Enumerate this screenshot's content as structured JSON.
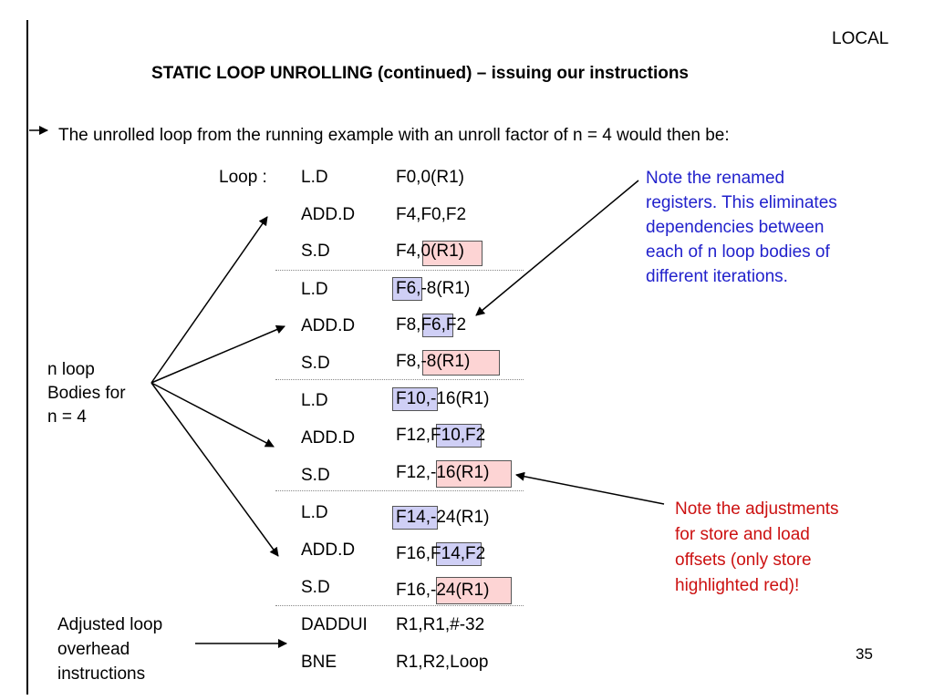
{
  "corner_label": "LOCAL",
  "title": "STATIC LOOP UNROLLING (continued) – issuing our instructions",
  "intro": "The unrolled loop from the running example with an unroll factor of n = 4 would then be:",
  "loop_label": "Loop :",
  "rows": [
    {
      "op": "L.D",
      "arg": "F0,0(R1)"
    },
    {
      "op": "ADD.D",
      "arg": "F4,F0,F2"
    },
    {
      "op": "S.D",
      "arg": "F4,0(R1)"
    },
    {
      "op": "L.D",
      "arg": "F6,-8(R1)"
    },
    {
      "op": "ADD.D",
      "arg": "F8,F6,F2"
    },
    {
      "op": "S.D",
      "arg": "F8,-8(R1)"
    },
    {
      "op": "L.D",
      "arg": "F10,-16(R1)"
    },
    {
      "op": "ADD.D",
      "arg": "F12,F10,F2"
    },
    {
      "op": "S.D",
      "arg": "F12,-16(R1)"
    },
    {
      "op": "L.D",
      "arg": "F14,-24(R1)"
    },
    {
      "op": "ADD.D",
      "arg": "F16,F14,F2"
    },
    {
      "op": "S.D",
      "arg": "F16,-24(R1)"
    },
    {
      "op": "DADDUI",
      "arg": "R1,R1,#-32"
    },
    {
      "op": "BNE",
      "arg": "R1,R2,Loop"
    }
  ],
  "note_renamed": [
    "Note the renamed",
    "registers. This eliminates",
    "dependencies between",
    "each of n loop bodies of",
    "different iterations."
  ],
  "note_adjust": [
    "Note the adjustments",
    "for store and load",
    "offsets (only store",
    "highlighted red)!"
  ],
  "n_loop_label": [
    "n loop",
    "Bodies for",
    "n = 4"
  ],
  "adjusted_label": [
    "Adjusted loop",
    "overhead",
    "instructions"
  ],
  "page_number": "35",
  "colors": {
    "blue_note": "#2222cc",
    "red_note": "#cc1111",
    "blue_highlight": "#cfcff5",
    "red_highlight": "#fdd4d4"
  }
}
